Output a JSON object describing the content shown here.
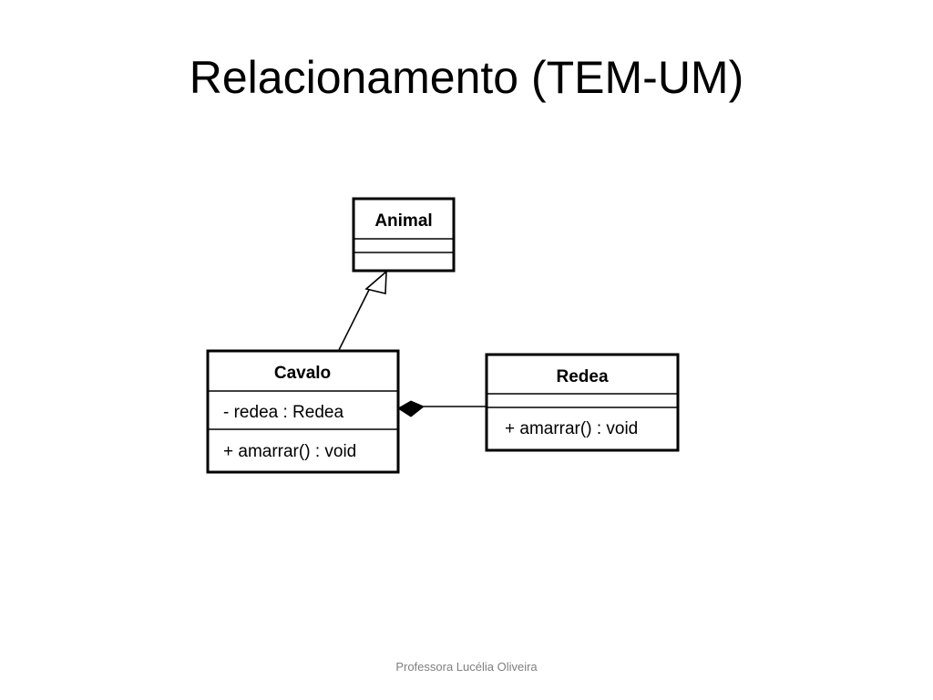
{
  "slide": {
    "title": "Relacionamento (TEM-UM)",
    "footer": "Professora Lucélia Oliveira"
  },
  "diagram": {
    "classes": {
      "animal": {
        "name": "Animal",
        "attributes": [],
        "operations": []
      },
      "cavalo": {
        "name": "Cavalo",
        "attributes": [
          "- redea : Redea"
        ],
        "operations": [
          "+ amarrar() : void"
        ]
      },
      "redea": {
        "name": "Redea",
        "attributes": [],
        "operations": [
          "+ amarrar() : void"
        ]
      }
    },
    "relationships": [
      {
        "type": "generalization",
        "from": "Cavalo",
        "to": "Animal"
      },
      {
        "type": "composition",
        "whole": "Cavalo",
        "part": "Redea"
      }
    ]
  }
}
